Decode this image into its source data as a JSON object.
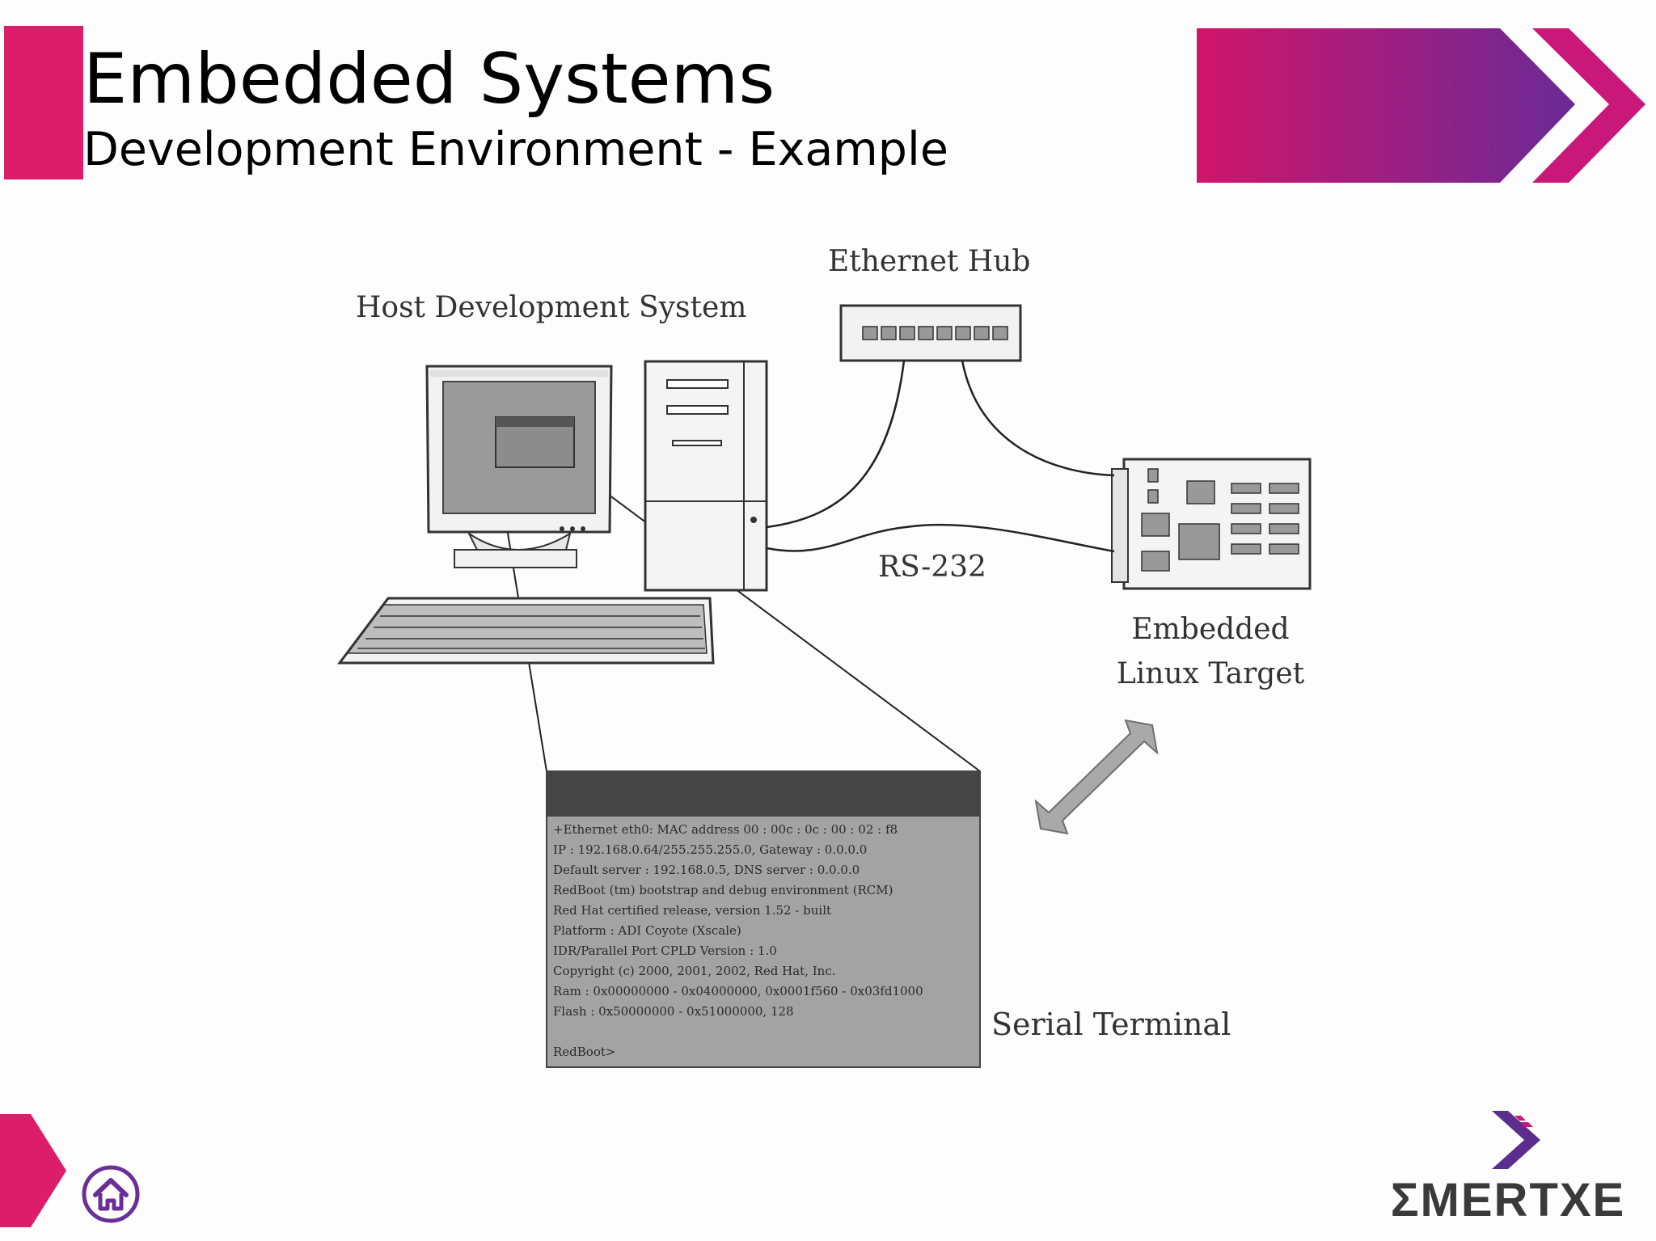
{
  "slide": {
    "title": "Embedded Systems",
    "subtitle": "Development Environment - Example"
  },
  "diagram": {
    "host_label": "Host Development System",
    "hub_label": "Ethernet Hub",
    "rs232_label": "RS-232",
    "target_label_line1": "Embedded",
    "target_label_line2": "Linux Target",
    "terminal_label": "Serial Terminal",
    "terminal_lines": [
      "+Ethernet eth0: MAC address 00 : 00c : 0c : 00 : 02 : f8",
      "IP : 192.168.0.64/255.255.255.0, Gateway : 0.0.0.0",
      "Default server : 192.168.0.5, DNS server : 0.0.0.0",
      "RedBoot (tm) bootstrap and debug environment (RCM)",
      "Red Hat certified release, version 1.52 - built",
      "Platform : ADI Coyote (Xscale)",
      "IDR/Parallel Port CPLD Version : 1.0",
      "Copyright (c) 2000, 2001, 2002, Red Hat, Inc.",
      "Ram : 0x00000000 - 0x04000000, 0x0001f560 - 0x03fd1000",
      "Flash : 0x50000000 - 0x51000000, 128",
      "",
      "RedBoot>"
    ]
  },
  "brand": {
    "logo_text": "ΣMERTXE",
    "colors": {
      "accent": "#dd1c6a",
      "banner_start": "#d0156a",
      "banner_end": "#6a2a96",
      "logo_purple": "#5b2d8e",
      "home_icon": "#6a2f96"
    }
  },
  "nav": {
    "home_icon": "home-icon"
  }
}
